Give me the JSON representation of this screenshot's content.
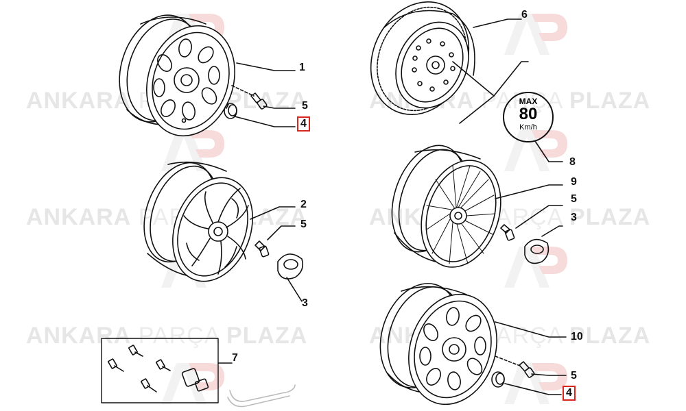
{
  "watermark": {
    "part_a": "ANKARA",
    "part_b": "PARÇA",
    "part_c": "PLAZA",
    "color": "#e6e6e6"
  },
  "callouts": [
    {
      "id": "c1",
      "text": "1",
      "boxed": false
    },
    {
      "id": "c5a",
      "text": "5",
      "boxed": false
    },
    {
      "id": "c4a",
      "text": "4",
      "boxed": true
    },
    {
      "id": "c2",
      "text": "2",
      "boxed": false
    },
    {
      "id": "c5b",
      "text": "5",
      "boxed": false
    },
    {
      "id": "c3a",
      "text": "3",
      "boxed": false
    },
    {
      "id": "c7",
      "text": "7",
      "boxed": false
    },
    {
      "id": "c6",
      "text": "6",
      "boxed": false
    },
    {
      "id": "c8",
      "text": "8",
      "boxed": false
    },
    {
      "id": "c9",
      "text": "9",
      "boxed": false
    },
    {
      "id": "c5c",
      "text": "5",
      "boxed": false
    },
    {
      "id": "c3b",
      "text": "3",
      "boxed": false
    },
    {
      "id": "c10",
      "text": "10",
      "boxed": false
    },
    {
      "id": "c5d",
      "text": "5",
      "boxed": false
    },
    {
      "id": "c4b",
      "text": "4",
      "boxed": true
    }
  ],
  "speed_sign": {
    "line1": "MAX",
    "line2": "80",
    "line3": "Km/h"
  },
  "colors": {
    "highlight_box": "#d9261c",
    "line": "#111111"
  }
}
